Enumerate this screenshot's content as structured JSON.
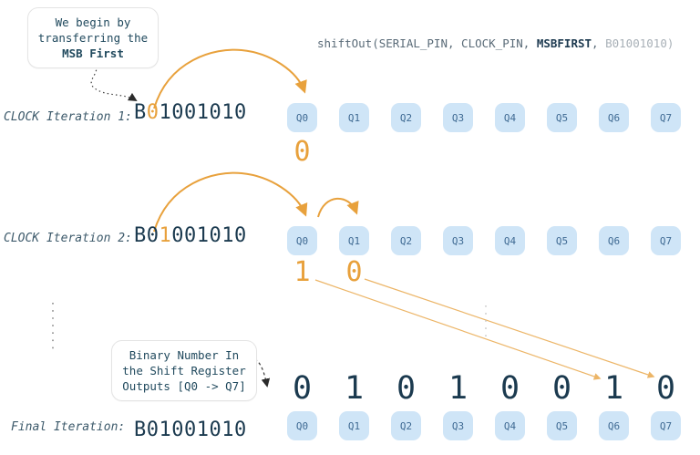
{
  "code": {
    "prefix": "shiftOut(SERIAL_PIN, CLOCK_PIN, ",
    "keyword": "MSBFIRST",
    "comma": ", ",
    "argument": "B01001010)"
  },
  "callout_msb": {
    "line1": "We begin by",
    "line2": "transferring the",
    "line3": "MSB First"
  },
  "callout_binary": {
    "line1": "Binary Number In",
    "line2": "the Shift Register",
    "line3": "Outputs [Q0 -> Q7]"
  },
  "registers": [
    "Q0",
    "Q1",
    "Q2",
    "Q3",
    "Q4",
    "Q5",
    "Q6",
    "Q7"
  ],
  "iteration1": {
    "label": "CLOCK Iteration 1:",
    "bits_before": "B",
    "bit_highlighted": "0",
    "bits_after": "1001010",
    "output_q0": "0"
  },
  "iteration2": {
    "label": "CLOCK Iteration 2:",
    "bits_before": "B0",
    "bit_highlighted": "1",
    "bits_after": "001010",
    "output_q0": "1",
    "output_q1": "0"
  },
  "final": {
    "label": "Final Iteration:",
    "binary": "B01001010",
    "outputs": [
      "0",
      "1",
      "0",
      "1",
      "0",
      "0",
      "1",
      "0"
    ]
  },
  "colors": {
    "accent_orange": "#E8A13C",
    "accent_orange_light": "#ECB567",
    "digit_navy": "#1B3A4F",
    "label_teal": "#3D5A6B",
    "register_box_bg": "#CFE5F7",
    "register_box_text": "#3F6A93",
    "code_gray": "#5A6B78",
    "code_literal_gray": "#A8B0B7"
  }
}
